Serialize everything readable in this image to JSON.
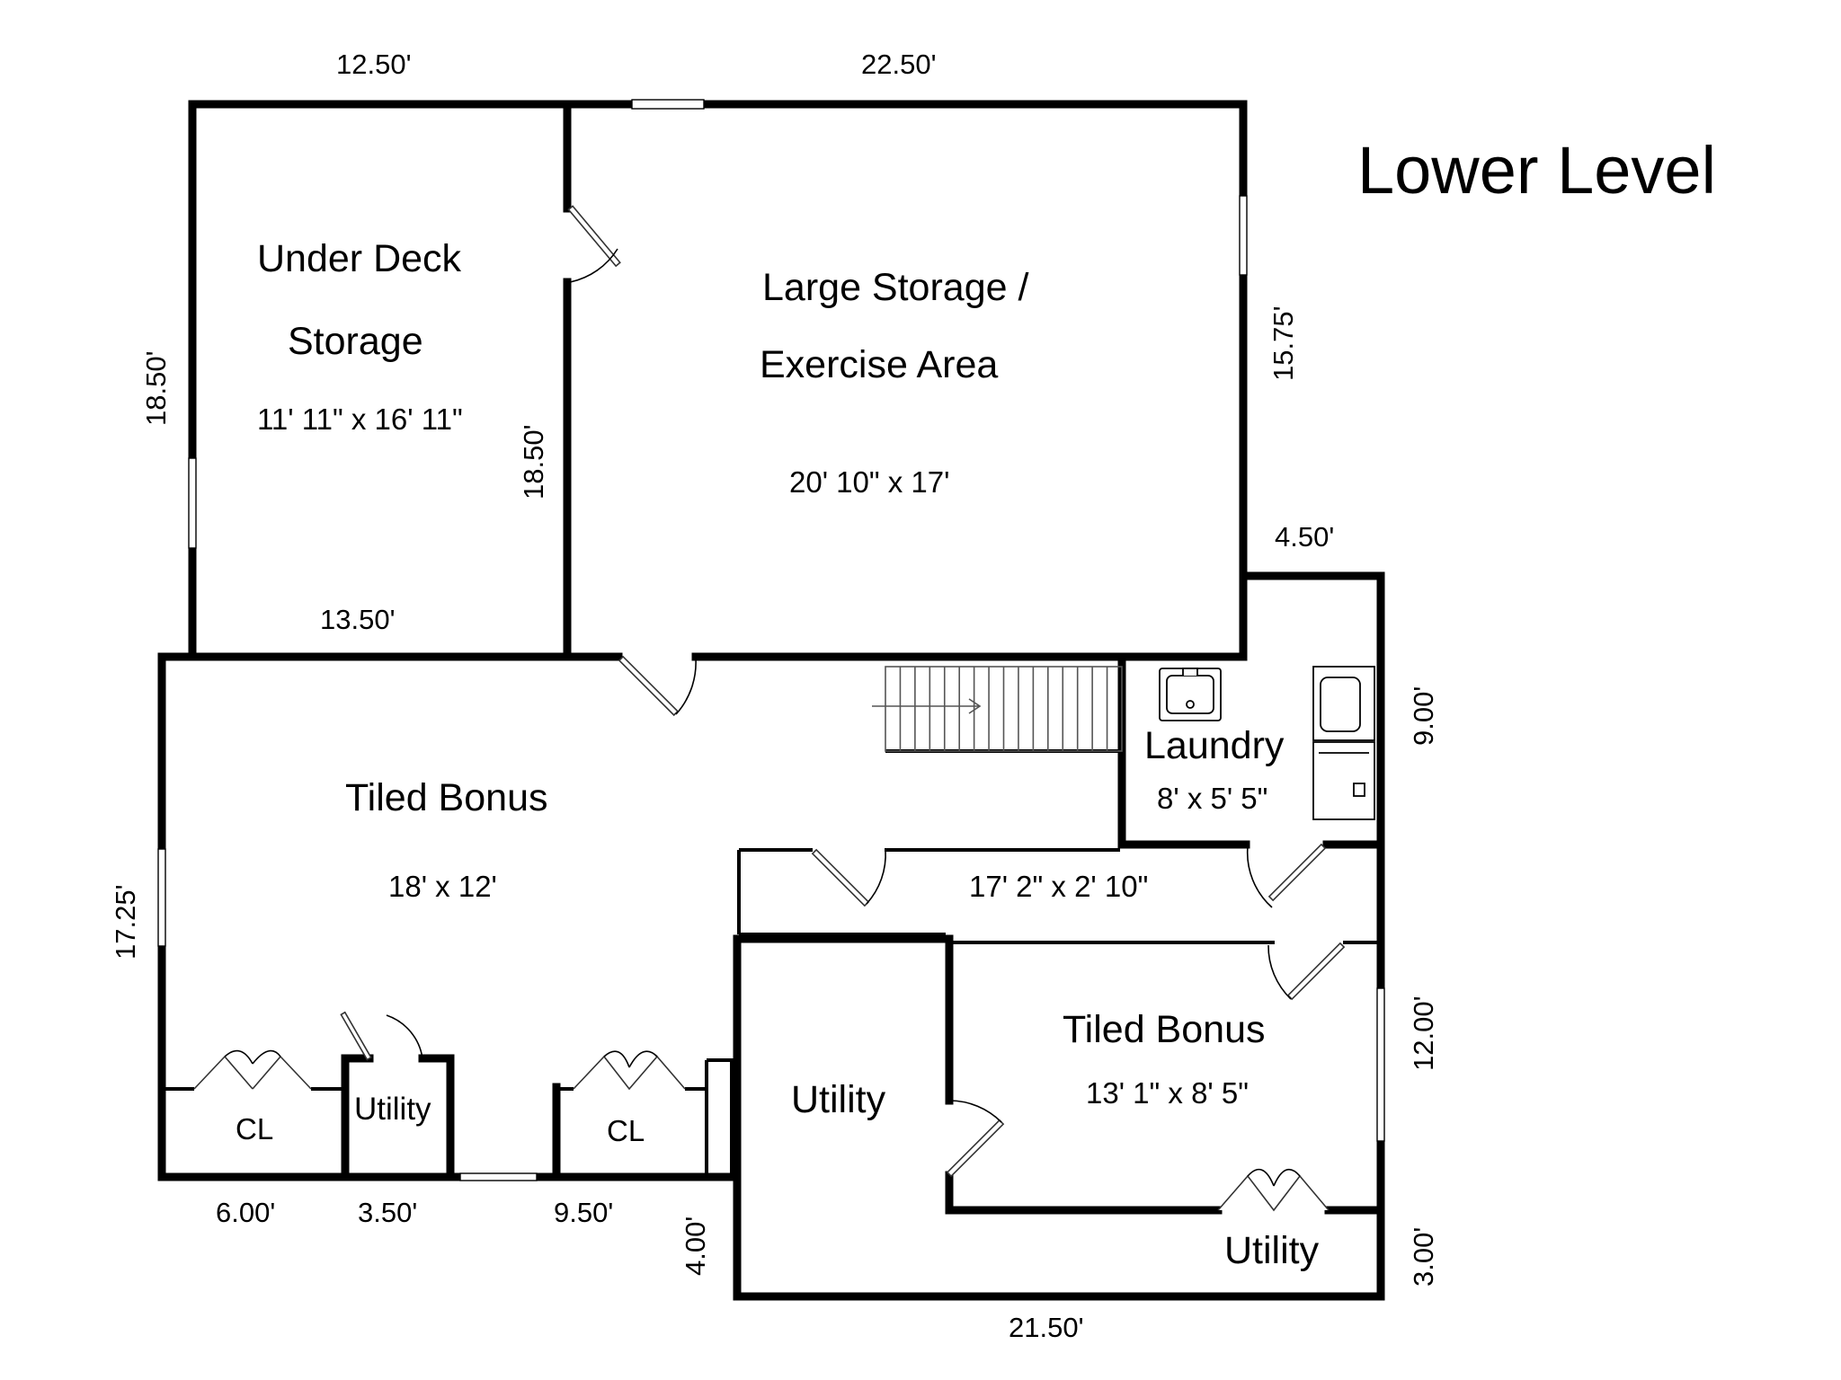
{
  "title": "Lower Level",
  "rooms": {
    "under_deck": {
      "line1": "Under Deck",
      "line2": "Storage",
      "size": "11' 11\" x 16' 11\""
    },
    "large_storage": {
      "line1": "Large Storage /",
      "line2": "Exercise Area",
      "size": "20' 10\" x 17'"
    },
    "laundry": {
      "name": "Laundry",
      "size": "8' x 5' 5\""
    },
    "tiled_bonus_1": {
      "name": "Tiled Bonus",
      "size": "18' x 12'"
    },
    "hallway": {
      "size": "17' 2\" x 2' 10\""
    },
    "tiled_bonus_2": {
      "name": "Tiled Bonus",
      "size": "13' 1\" x 8' 5\""
    },
    "utility_large": {
      "name": "Utility"
    },
    "utility_small": {
      "name": "Utility"
    },
    "utility_bottom": {
      "name": "Utility"
    },
    "closet_1": {
      "name": "CL"
    },
    "closet_2": {
      "name": "CL"
    }
  },
  "dimensions": {
    "top_left": "12.50'",
    "top_right": "22.50'",
    "left_upper": "18.50'",
    "inner_mid": "18.50'",
    "right_upper": "15.75'",
    "notch_top": "4.50'",
    "mid_13_50": "13.50'",
    "right_9": "9.00'",
    "left_lower": "17.25'",
    "right_12": "12.00'",
    "bottom_6": "6.00'",
    "bottom_3_5": "3.50'",
    "bottom_9_5": "9.50'",
    "step_4": "4.00'",
    "right_3": "3.00'",
    "bottom_21_5": "21.50'"
  }
}
